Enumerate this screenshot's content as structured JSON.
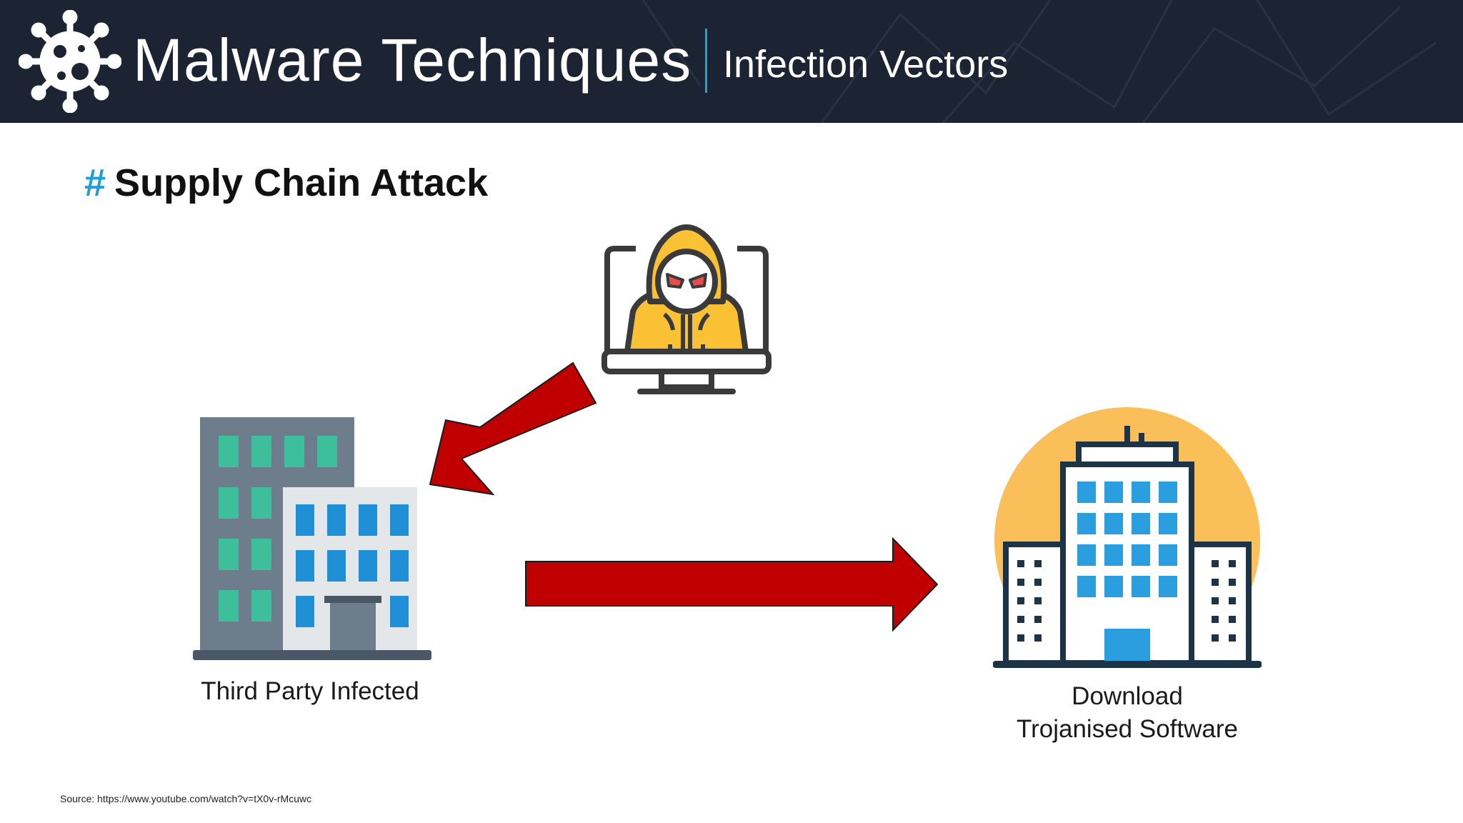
{
  "header": {
    "title": "Malware Techniques",
    "subtitle": "Infection Vectors",
    "logo_icon": "virus-icon",
    "background_color": "#1c2433",
    "accent_color": "#1fa2dc"
  },
  "slide": {
    "heading_hash": "#",
    "heading": "Supply Chain Attack",
    "hacker_icon": "hacker-computer-icon",
    "third_party_icon": "office-building-icon",
    "target_icon": "corporate-building-icon",
    "third_party_label": "Third Party Infected",
    "target_label_line1": "Download",
    "target_label_line2": "Trojanised Software",
    "arrow_color": "#c00000",
    "source": "Source: https://www.youtube.com/watch?v=tX0v-rMcuwc"
  }
}
